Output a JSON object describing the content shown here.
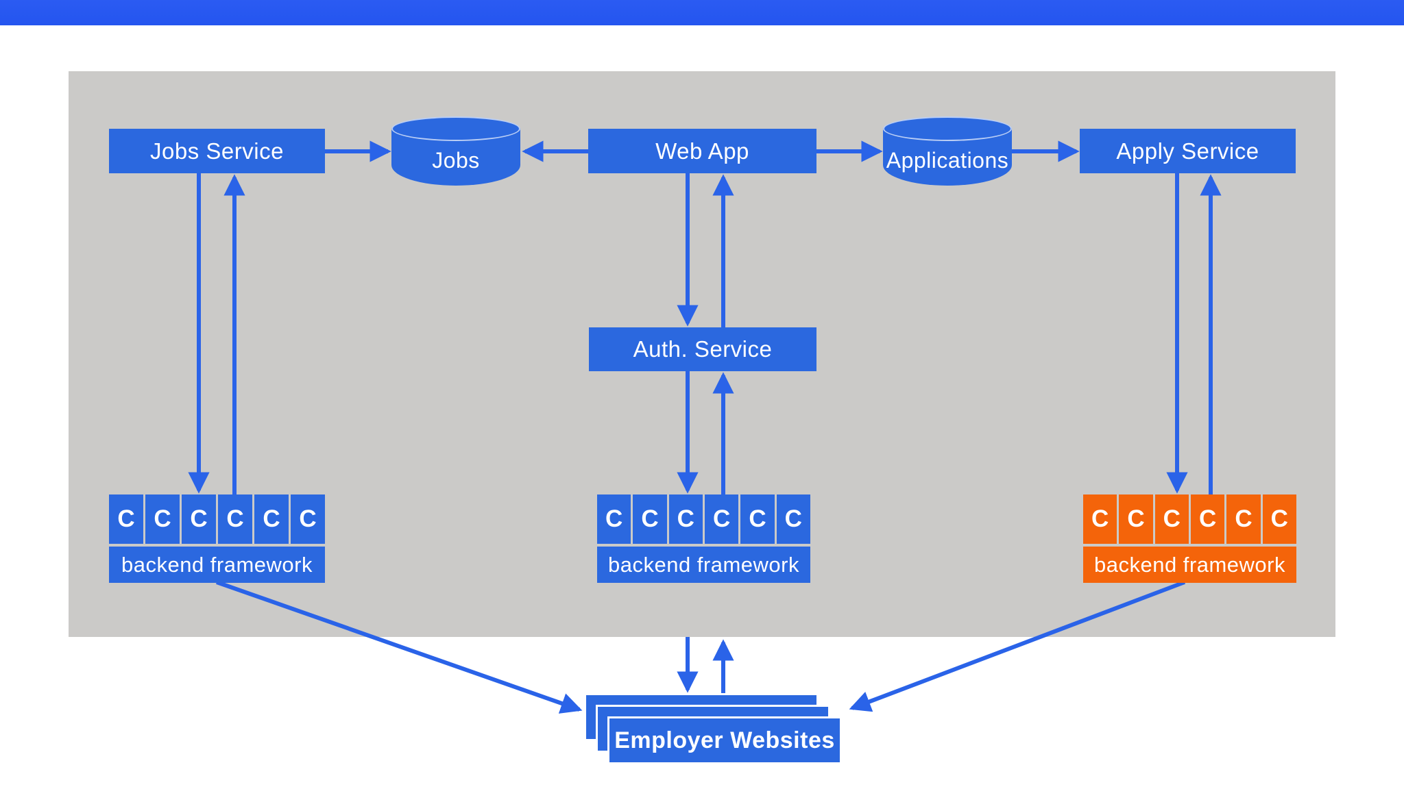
{
  "colors": {
    "header_blue": "#2455EF",
    "node_blue": "#2B68DF",
    "arrow_blue": "#2A63E8",
    "component_orange": "#F4640A",
    "canvas_gray": "#CBCAC8",
    "text_white": "#FFFFFF"
  },
  "nodes": {
    "jobs_service": {
      "label": "Jobs Service",
      "type": "service-box"
    },
    "jobs_db": {
      "label": "Jobs",
      "type": "database-cylinder"
    },
    "web_app": {
      "label": "Web App",
      "type": "service-box"
    },
    "applications_db": {
      "label": "Applications",
      "type": "database-cylinder"
    },
    "apply_service": {
      "label": "Apply Service",
      "type": "service-box"
    },
    "auth_service": {
      "label": "Auth. Service",
      "type": "service-box"
    },
    "employer_websites": {
      "label": "Employer Websites",
      "type": "stacked-boxes"
    }
  },
  "frameworks": [
    {
      "id": "jobs-backend-framework",
      "label": "backend framework",
      "color": "blue",
      "components": [
        "C",
        "C",
        "C",
        "C",
        "C",
        "C"
      ]
    },
    {
      "id": "auth-backend-framework",
      "label": "backend framework",
      "color": "blue",
      "components": [
        "C",
        "C",
        "C",
        "C",
        "C",
        "C"
      ]
    },
    {
      "id": "apply-backend-framework",
      "label": "backend framework",
      "color": "orange",
      "components": [
        "C",
        "C",
        "C",
        "C",
        "C",
        "C"
      ]
    }
  ],
  "edges": [
    {
      "from": "jobs_service",
      "to": "jobs_db",
      "direction": "right"
    },
    {
      "from": "web_app",
      "to": "jobs_db",
      "direction": "left"
    },
    {
      "from": "web_app",
      "to": "applications_db",
      "direction": "right"
    },
    {
      "from": "applications_db",
      "to": "apply_service",
      "direction": "right"
    },
    {
      "from": "jobs_service",
      "to": "jobs-backend-framework",
      "direction": "down"
    },
    {
      "from": "jobs-backend-framework",
      "to": "jobs_service",
      "direction": "up"
    },
    {
      "from": "web_app",
      "to": "auth_service",
      "direction": "down"
    },
    {
      "from": "auth_service",
      "to": "web_app",
      "direction": "up"
    },
    {
      "from": "auth_service",
      "to": "auth-backend-framework",
      "direction": "down"
    },
    {
      "from": "auth-backend-framework",
      "to": "auth_service",
      "direction": "up"
    },
    {
      "from": "apply_service",
      "to": "apply-backend-framework",
      "direction": "down"
    },
    {
      "from": "apply-backend-framework",
      "to": "apply_service",
      "direction": "up"
    },
    {
      "from": "auth-backend-framework",
      "to": "employer_websites",
      "direction": "down"
    },
    {
      "from": "employer_websites",
      "to": "auth-backend-framework",
      "direction": "up"
    },
    {
      "from": "jobs-backend-framework",
      "to": "employer_websites",
      "direction": "diagonal-down-right"
    },
    {
      "from": "apply-backend-framework",
      "to": "employer_websites",
      "direction": "diagonal-down-left"
    }
  ]
}
